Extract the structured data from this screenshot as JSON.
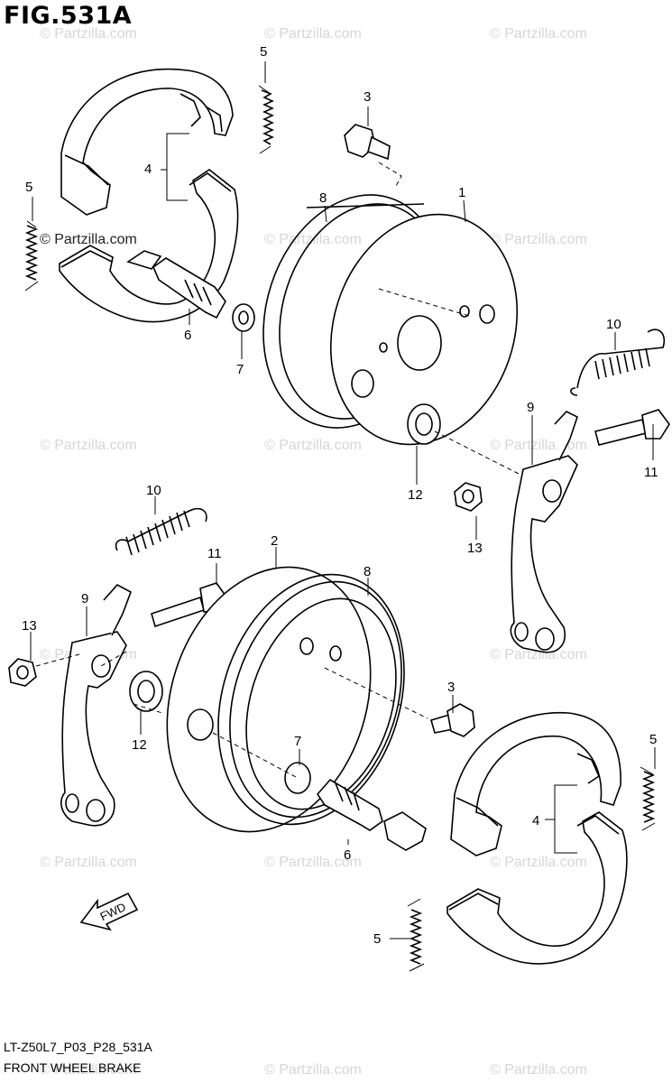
{
  "figure": {
    "title": "FIG.531A",
    "code": "LT-Z50L7_P03_P28_531A",
    "caption": "FRONT WHEEL BRAKE"
  },
  "watermark": {
    "text": "© Partzilla.com"
  },
  "direction_arrow": {
    "label": "FWD"
  },
  "callouts": {
    "c1": "1",
    "c2": "2",
    "c3a": "3",
    "c3b": "3",
    "c4a": "4",
    "c4b": "4",
    "c5a": "5",
    "c5b": "5",
    "c5c": "5",
    "c5d": "5",
    "c6a": "6",
    "c6b": "6",
    "c7a": "7",
    "c7b": "7",
    "c8a": "8",
    "c8b": "8",
    "c9a": "9",
    "c9b": "9",
    "c10a": "10",
    "c10b": "10",
    "c11a": "11",
    "c11b": "11",
    "c12a": "12",
    "c12b": "12",
    "c13a": "13",
    "c13b": "13"
  }
}
